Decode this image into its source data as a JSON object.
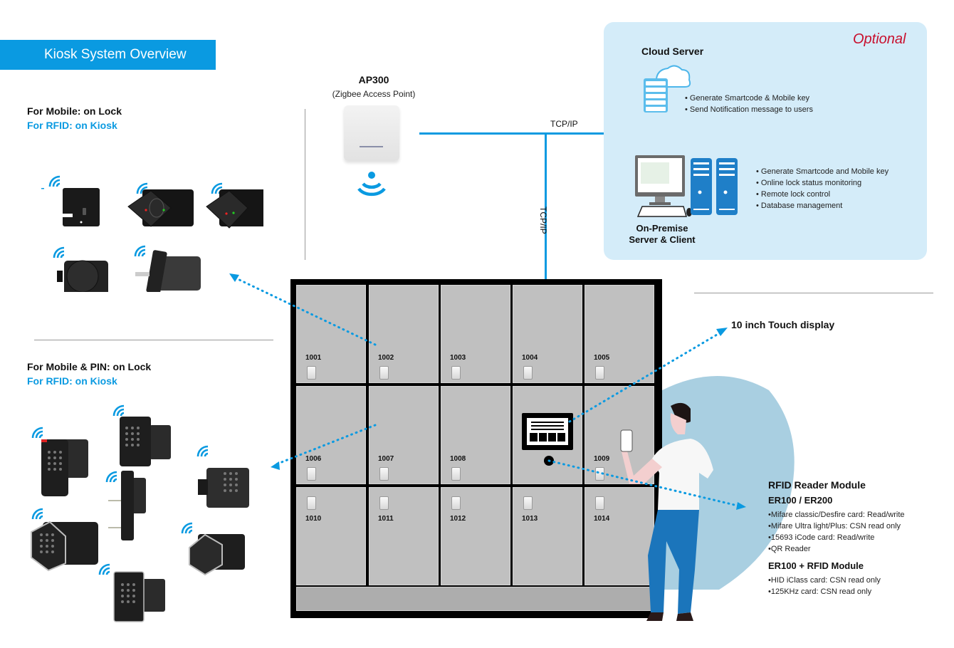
{
  "header": {
    "title": "Kiosk System Overview"
  },
  "colors": {
    "accent": "#0a9ae1",
    "optional": "#c8102e",
    "cloud_panel": "#d4ecf9",
    "locker_cell": "#c0c0c0",
    "person_backdrop": "#a9cfe1"
  },
  "section_mobile": {
    "line1": "For Mobile: on Lock",
    "line2": "For RFID: on Kiosk",
    "locks": [
      {
        "name": "lock-1",
        "badge": "Wireless Online"
      },
      {
        "name": "lock-2",
        "badge": "Wireless Online"
      },
      {
        "name": "lock-3",
        "badge": "Wireless Online"
      },
      {
        "name": "lock-4",
        "badge": "Wireless Online"
      },
      {
        "name": "lock-5",
        "badge": "Wireless Online"
      }
    ]
  },
  "section_mobile_pin": {
    "line1": "For Mobile & PIN: on Lock",
    "line2": "For RFID: on Kiosk",
    "locks": [
      {
        "name": "keypad-lock-1",
        "badge": "Wireless Online"
      },
      {
        "name": "keypad-lock-2",
        "badge": "Wireless Online"
      },
      {
        "name": "keypad-lock-3",
        "badge": "Wireless Online"
      },
      {
        "name": "keypad-lock-4",
        "badge": "Wireless Online"
      },
      {
        "name": "keypad-lock-5",
        "badge": "Wireless Online"
      },
      {
        "name": "keypad-lock-6",
        "badge": "Wireless Online"
      },
      {
        "name": "keypad-lock-7",
        "badge": "Wireless Online"
      }
    ]
  },
  "access_point": {
    "title": "AP300",
    "subtitle": "(Zigbee Access Point)",
    "icon": "wifi-signal-icon"
  },
  "connections": {
    "horizontal_label": "TCP/IP",
    "vertical_label": "TCP/IP"
  },
  "cloud_panel": {
    "optional_label": "Optional",
    "cloud_server": {
      "title": "Cloud Server",
      "features": [
        "Generate Smartcode & Mobile key",
        "Send Notification message to users"
      ]
    },
    "on_premise": {
      "title_line1": "On-Premise",
      "title_line2": "Server & Client",
      "features": [
        "Generate Smartcode and Mobile key",
        "Online lock status monitoring",
        "Remote lock control",
        "Database management"
      ]
    }
  },
  "locker": {
    "rows": [
      [
        "1001",
        "1002",
        "1003",
        "1004",
        "1005"
      ],
      [
        "1006",
        "1007",
        "1008",
        "",
        "1009"
      ],
      [
        "1010",
        "1011",
        "1012",
        "1013",
        "1014"
      ]
    ]
  },
  "touch_display": {
    "label": "10 inch Touch display"
  },
  "rfid": {
    "title": "RFID Reader Module",
    "group1": {
      "title": "ER100 / ER200",
      "items": [
        "Mifare classic/Desfire card: Read/write",
        "Mifare Ultra light/Plus: CSN read only",
        "15693 iCode card: Read/write",
        "QR Reader"
      ]
    },
    "group2": {
      "title": "ER100 + RFID Module",
      "items": [
        "HID iClass card: CSN read only",
        "125KHz card: CSN read only"
      ]
    }
  }
}
